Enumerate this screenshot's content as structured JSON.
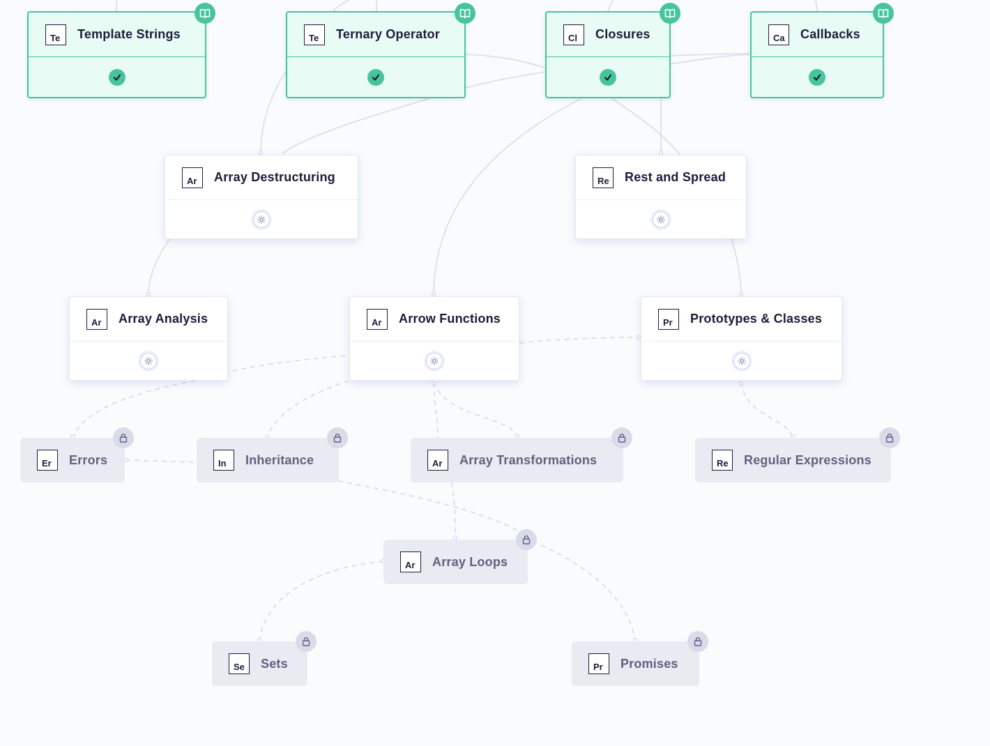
{
  "colors": {
    "completed": "#47c49c",
    "completed_bg": "#e9fbf5",
    "locked_bg": "#e9ebf3",
    "edge": "#d6dbe9",
    "text": "#1d1b3a",
    "locked_text": "#62607f"
  },
  "nodes": {
    "template_strings": {
      "abbr": "Te",
      "title": "Template Strings",
      "status": "completed",
      "status_icon": "check-icon",
      "badge_icon": "book-icon"
    },
    "ternary_operator": {
      "abbr": "Te",
      "title": "Ternary Operator",
      "status": "completed",
      "status_icon": "check-icon",
      "badge_icon": "book-icon"
    },
    "closures": {
      "abbr": "Cl",
      "title": "Closures",
      "status": "completed",
      "status_icon": "check-icon",
      "badge_icon": "book-icon"
    },
    "callbacks": {
      "abbr": "Ca",
      "title": "Callbacks",
      "status": "completed",
      "status_icon": "check-icon",
      "badge_icon": "book-icon"
    },
    "array_destructuring": {
      "abbr": "Ar",
      "title": "Array Destructuring",
      "status": "available",
      "status_icon": "lightbulb-icon"
    },
    "rest_and_spread": {
      "abbr": "Re",
      "title": "Rest and Spread",
      "status": "available",
      "status_icon": "lightbulb-icon"
    },
    "array_analysis": {
      "abbr": "Ar",
      "title": "Array Analysis",
      "status": "available",
      "status_icon": "lightbulb-icon"
    },
    "arrow_functions": {
      "abbr": "Ar",
      "title": "Arrow Functions",
      "status": "available",
      "status_icon": "lightbulb-icon"
    },
    "prototypes_classes": {
      "abbr": "Pr",
      "title": "Prototypes & Classes",
      "status": "available",
      "status_icon": "lightbulb-icon"
    },
    "errors": {
      "abbr": "Er",
      "title": "Errors",
      "status": "locked",
      "badge_icon": "lock-icon"
    },
    "inheritance": {
      "abbr": "In",
      "title": "Inheritance",
      "status": "locked",
      "badge_icon": "lock-icon"
    },
    "array_transformations": {
      "abbr": "Ar",
      "title": "Array Transformations",
      "status": "locked",
      "badge_icon": "lock-icon"
    },
    "regular_expressions": {
      "abbr": "Re",
      "title": "Regular Expressions",
      "status": "locked",
      "badge_icon": "lock-icon"
    },
    "array_loops": {
      "abbr": "Ar",
      "title": "Array Loops",
      "status": "locked",
      "badge_icon": "lock-icon"
    },
    "sets": {
      "abbr": "Se",
      "title": "Sets",
      "status": "locked",
      "badge_icon": "lock-icon"
    },
    "promises": {
      "abbr": "Pr",
      "title": "Promises",
      "status": "locked",
      "badge_icon": "lock-icon"
    }
  }
}
